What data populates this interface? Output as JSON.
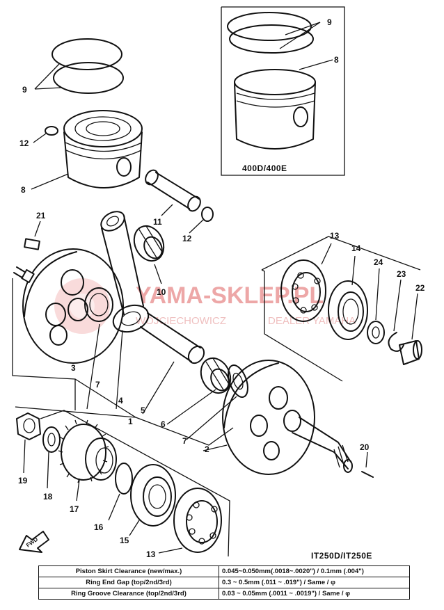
{
  "diagram": {
    "callouts": {
      "c9_left": "9",
      "c12_left": "12",
      "c8_left": "8",
      "c11": "11",
      "c12_pin": "12",
      "c21": "21",
      "c10": "10",
      "c9_inset": "9",
      "c8_inset": "8",
      "c13_top": "13",
      "c14": "14",
      "c24": "24",
      "c23": "23",
      "c22": "22",
      "c3": "3",
      "c7_a": "7",
      "c4": "4",
      "c5": "5",
      "c6": "6",
      "c7_b": "7",
      "c2": "2",
      "c1": "1",
      "c20": "20",
      "c19": "19",
      "c18": "18",
      "c17": "17",
      "c16": "16",
      "c15": "15",
      "c13_bottom": "13"
    },
    "inset_model": "400D/400E",
    "main_model": "IT250D/IT250E",
    "fwd_label": "FWD"
  },
  "watermark": {
    "line1": "YAMA-SKLEP.PL",
    "line2": "WOJCIECHOWICZ",
    "line3": "DEALER YAMAHA"
  },
  "spec_table": [
    {
      "label": "Piston Skirt Clearance (new/max.)",
      "value": "0.045~0.050mm(.0018~.0020\") / 0.1mm (.004\")"
    },
    {
      "label": "Ring End Gap (top/2nd/3rd)",
      "value": "0.3 ~ 0.5mm (.011 ~ .019\") / Same / φ"
    },
    {
      "label": "Ring Groove Clearance (top/2nd/3rd)",
      "value": "0.03 ~ 0.05mm (.0011 ~ .0019\") / Same / φ"
    }
  ]
}
